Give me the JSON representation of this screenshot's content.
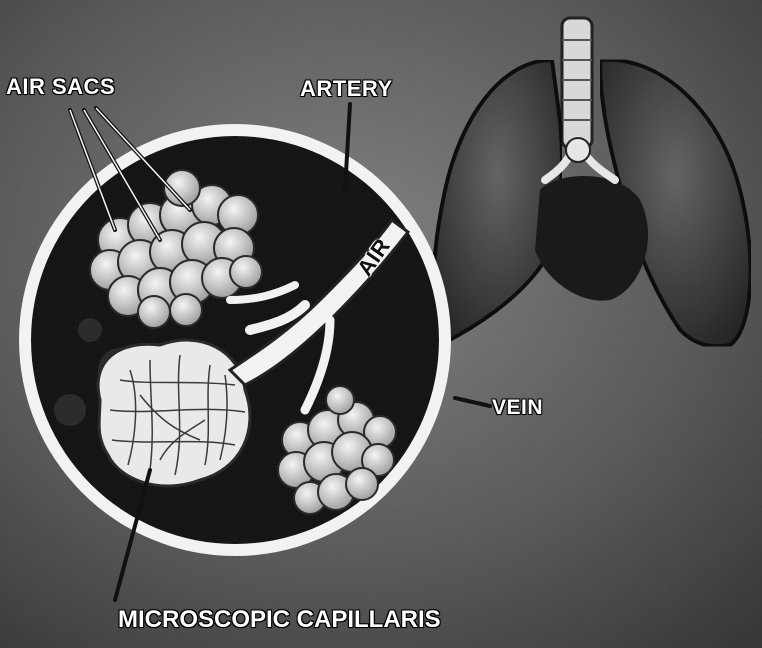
{
  "labels": {
    "air_sacs": "AIR SACS",
    "artery": "ARTERY",
    "air": "AIR",
    "vein": "VEIN",
    "capillaries": "MICROSCOPIC CAPILLARIS"
  }
}
